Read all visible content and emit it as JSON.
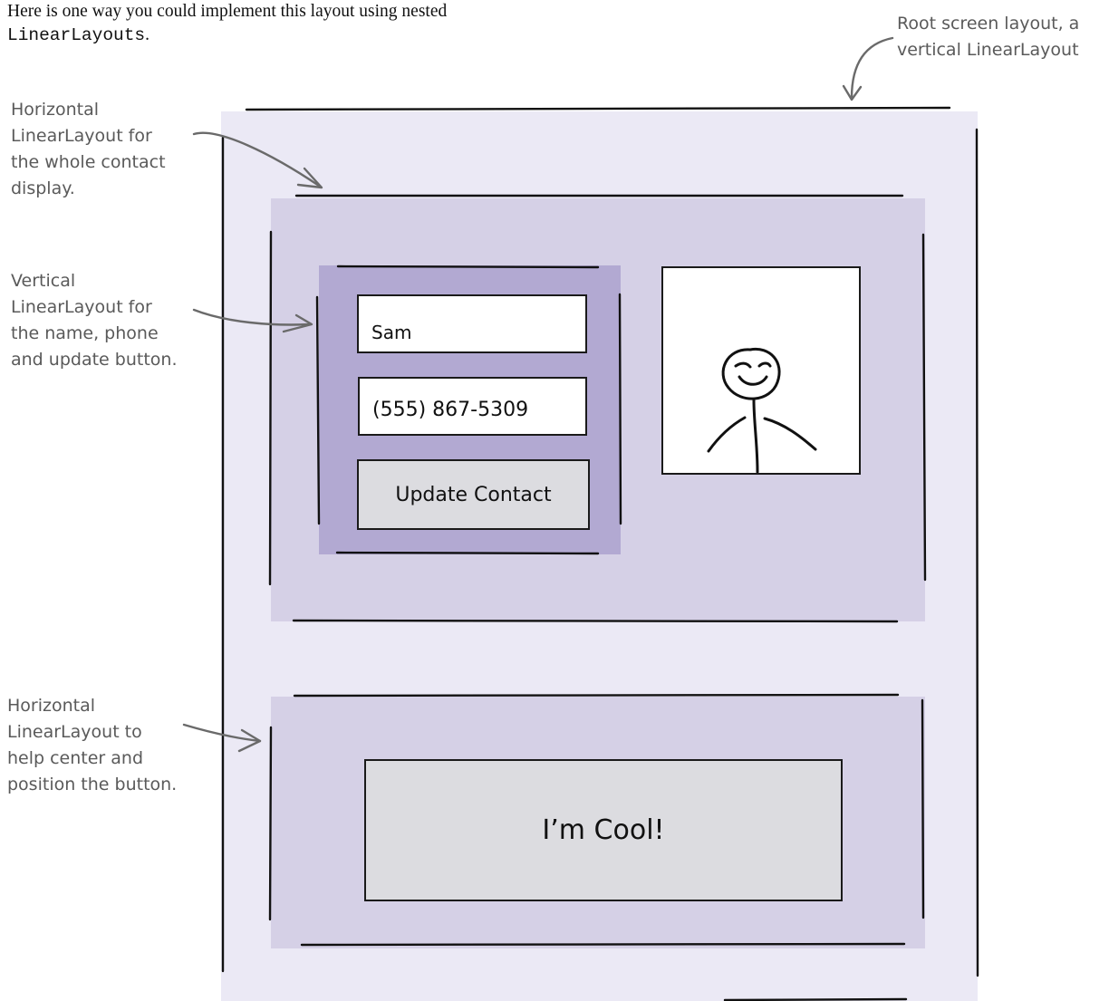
{
  "intro": {
    "text": "Here is one way you could implement this layout using nested",
    "code": "LinearLayouts",
    "end": "."
  },
  "annotations": {
    "root": "Root screen layout, a\nvertical LinearLayout",
    "horizontal_contact": "Horizontal\nLinearLayout for\nthe whole contact\ndisplay.",
    "vertical_fields": "Vertical\nLinearLayout for\nthe name, phone\nand update button.",
    "horizontal_button": "Horizontal\nLinearLayout to\nhelp center and\nposition the button."
  },
  "contact": {
    "name": "Sam",
    "phone": "(555) 867-5309",
    "update_label": "Update Contact"
  },
  "cool_button_label": "I’m Cool!",
  "colors": {
    "root_bg": "#ebe9f5",
    "outer_bg": "#d5d0e6",
    "vertical_bg": "#b2a9d2",
    "button_bg": "#dcdce0",
    "annotation": "#5a5a5a"
  }
}
